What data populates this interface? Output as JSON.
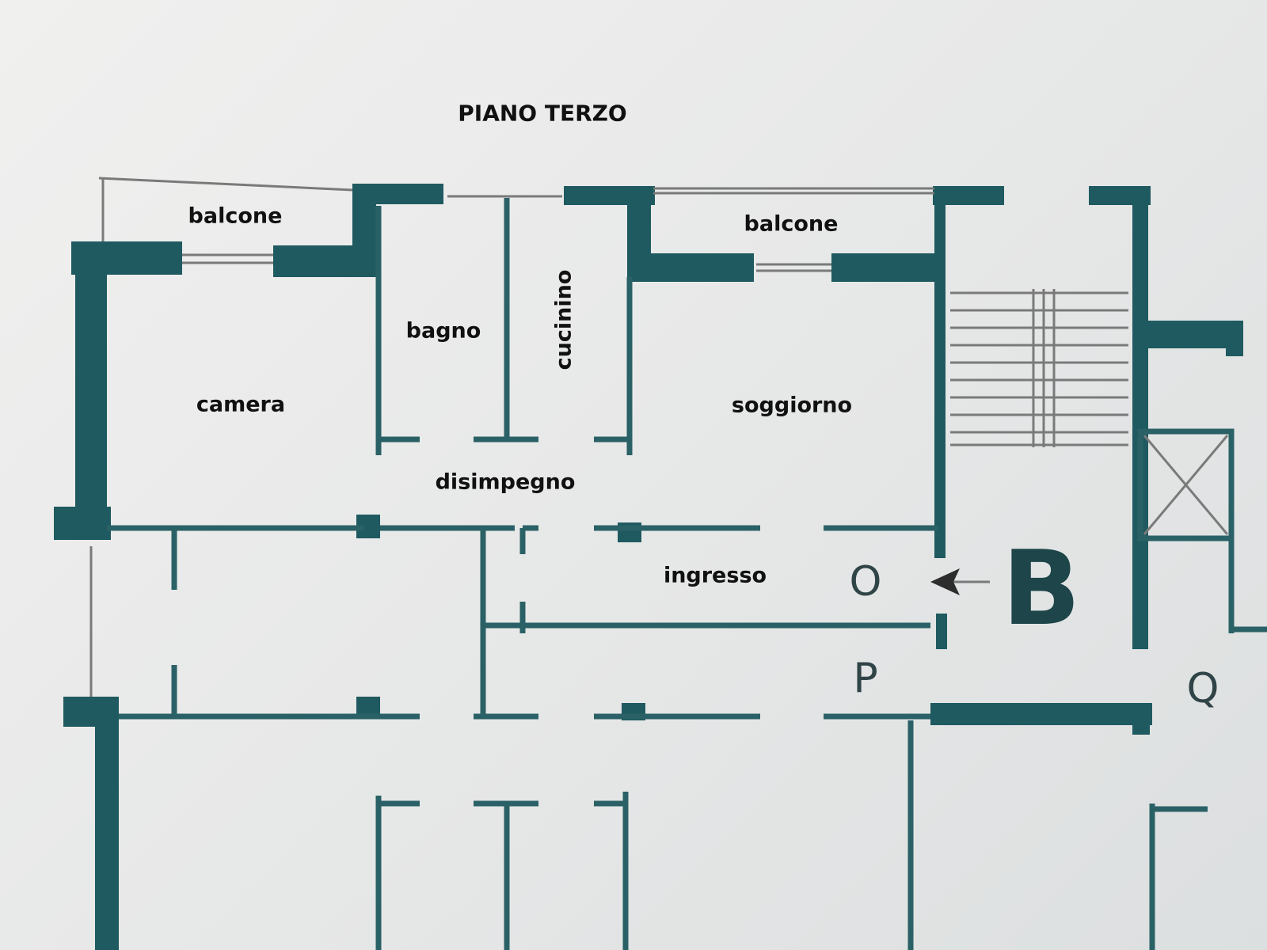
{
  "title": "PIANO TERZO",
  "rooms": {
    "balcone_left": "balcone",
    "balcone_right": "balcone",
    "bagno": "bagno",
    "cucinino": "cucinino",
    "camera": "camera",
    "soggiorno": "soggiorno",
    "disimpegno": "disimpegno",
    "ingresso": "ingresso"
  },
  "markers": {
    "staircase": "B",
    "o": "O",
    "p": "P",
    "q": "Q"
  },
  "colors": {
    "wall": "#1f5a60",
    "thin_wall": "#2a6166",
    "pencil": "#7a7a7a",
    "paper": "#e9eaea"
  }
}
